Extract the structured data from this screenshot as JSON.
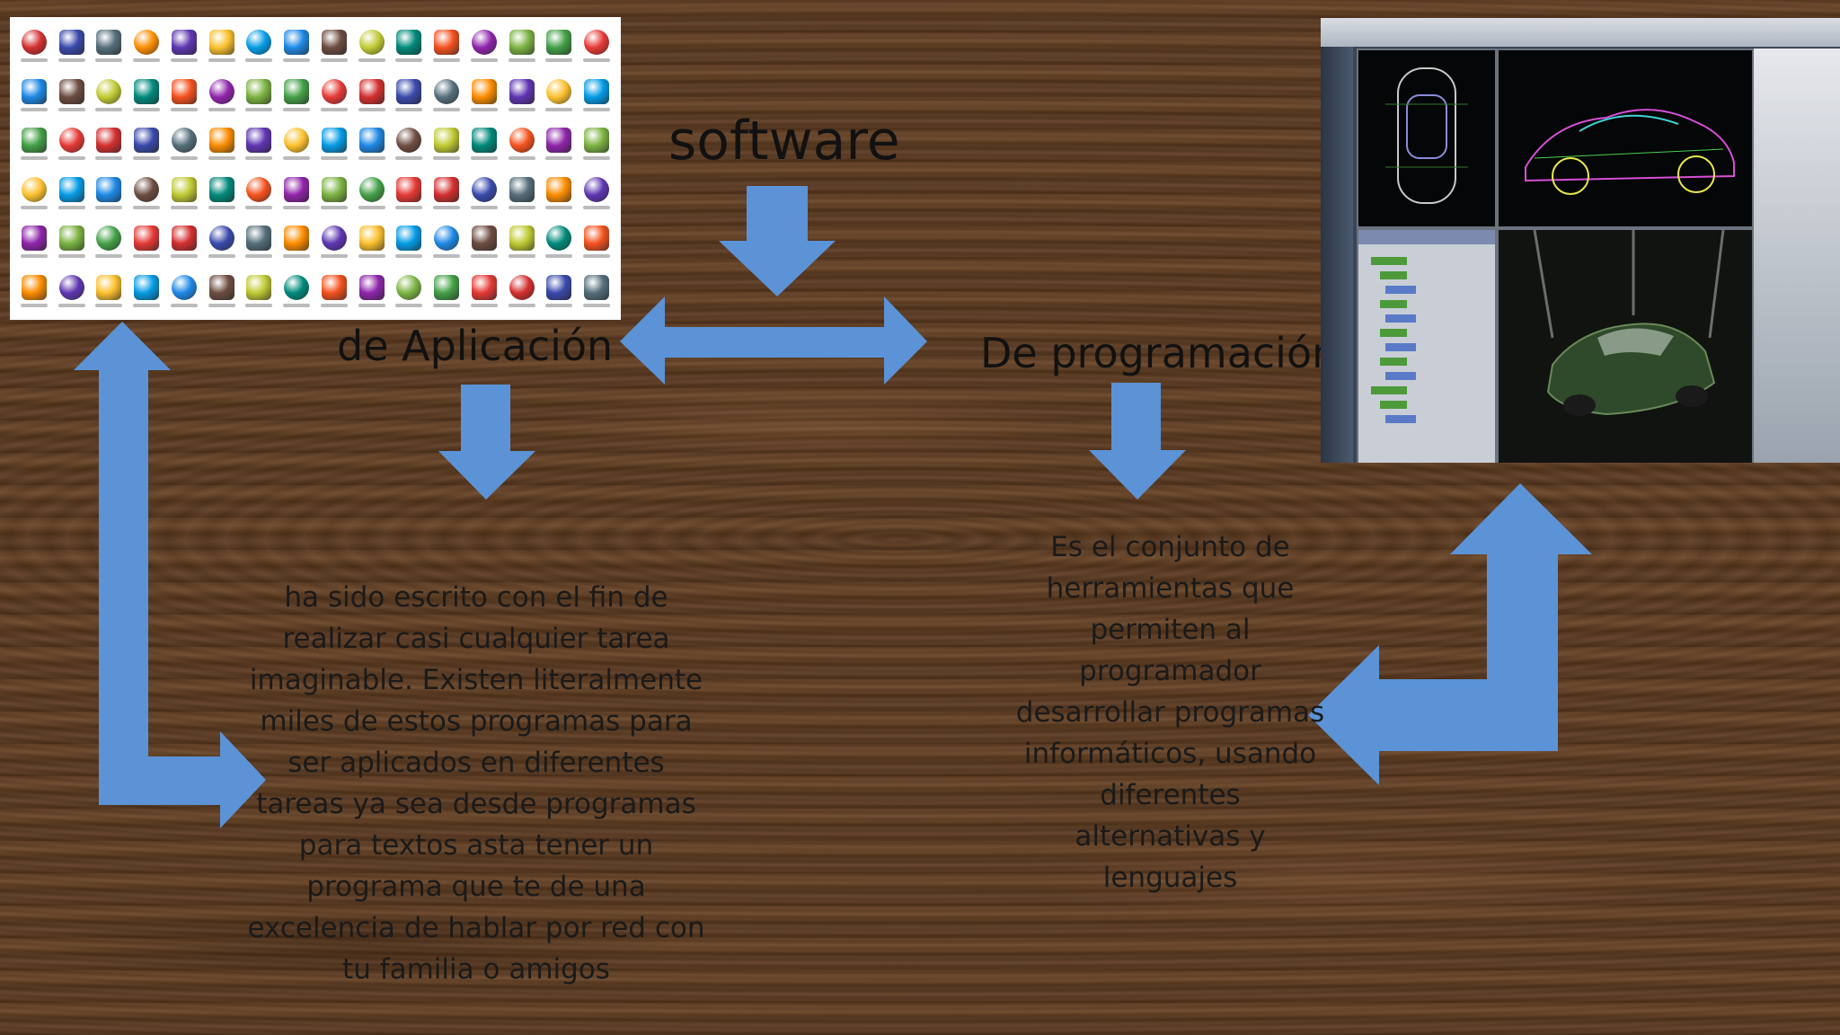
{
  "diagram": {
    "title": "software",
    "left_branch": {
      "label": "de Aplicación",
      "description": "ha sido escrito con el fin de realizar casi cualquier tarea imaginable. Existen literalmente miles de estos programas para ser aplicados en diferentes tareas ya sea desde programas para textos asta tener un programa que te de una excelencia de hablar por red con tu familia o amigos"
    },
    "right_branch": {
      "label": "De  programación",
      "description": "Es el conjunto de herramientas que permiten al programador desarrollar programas informáticos, usando diferentes alternativas y lenguajes"
    }
  },
  "colors": {
    "arrow": "#5b93d6",
    "text": "#111111",
    "background": "#5a3a22"
  },
  "images": {
    "left": "application-icons-grid",
    "right": "3d-modeling-ide-screenshot"
  }
}
